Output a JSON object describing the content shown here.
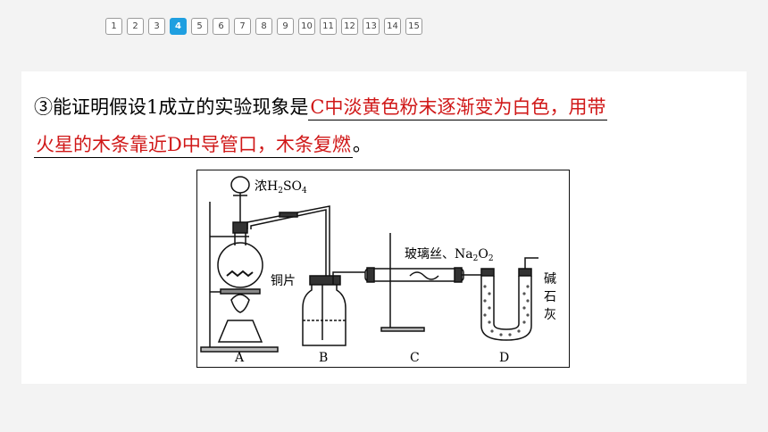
{
  "pager": {
    "pages": [
      "1",
      "2",
      "3",
      "4",
      "5",
      "6",
      "7",
      "8",
      "9",
      "10",
      "11",
      "12",
      "13",
      "14",
      "15"
    ],
    "active_index": 3
  },
  "question": {
    "prefix": "③能证明假设1成立的实验现象是",
    "answer_part1": "C中淡黄色粉末逐渐变为白色，用带",
    "answer_part2": "火星的木条靠近D中导管口，木条复燃",
    "suffix": "。"
  },
  "figure": {
    "acid_label": "浓H",
    "acid_sub1": "2",
    "acid_mid": "SO",
    "acid_sub2": "4",
    "copper_label": "铜片",
    "glass_label": "玻璃丝、Na",
    "glass_sub1": "2",
    "glass_mid": "O",
    "glass_sub2": "2",
    "lime_1": "碱",
    "lime_2": "石",
    "lime_3": "灰",
    "apparatus_a": "A",
    "apparatus_b": "B",
    "apparatus_c": "C",
    "apparatus_d": "D"
  },
  "colors": {
    "active_page": "#1f9fe0",
    "answer_text": "#d01818"
  }
}
